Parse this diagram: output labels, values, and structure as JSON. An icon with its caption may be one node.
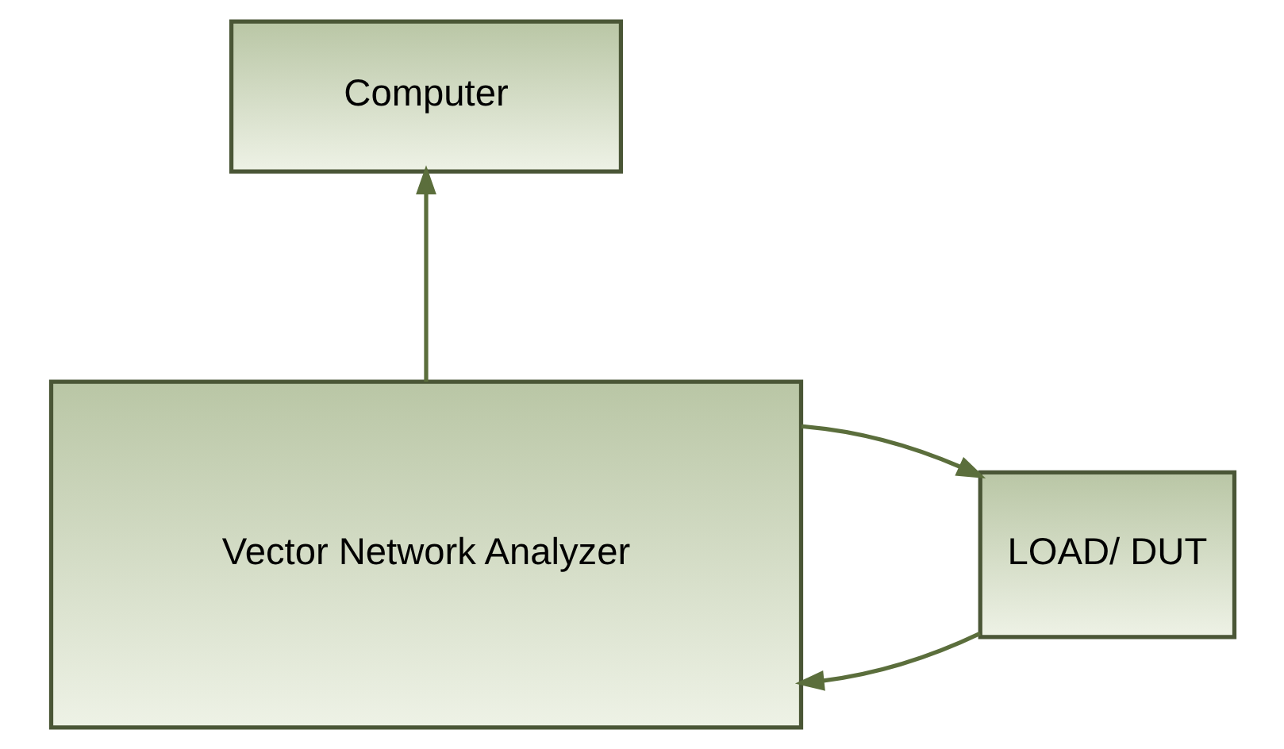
{
  "diagram": {
    "nodes": [
      {
        "text": [
          "Computer"
        ]
      },
      {
        "text": [
          "Vector Network Analyzer"
        ]
      },
      {
        "text": [
          "LOAD/ DUT"
        ]
      }
    ],
    "edges": [
      {
        "from": 1,
        "to": 0,
        "arrow": "to"
      },
      {
        "from": 1,
        "to": 2,
        "arrow": "to"
      },
      {
        "from": 2,
        "to": 1,
        "arrow": "to"
      }
    ]
  }
}
